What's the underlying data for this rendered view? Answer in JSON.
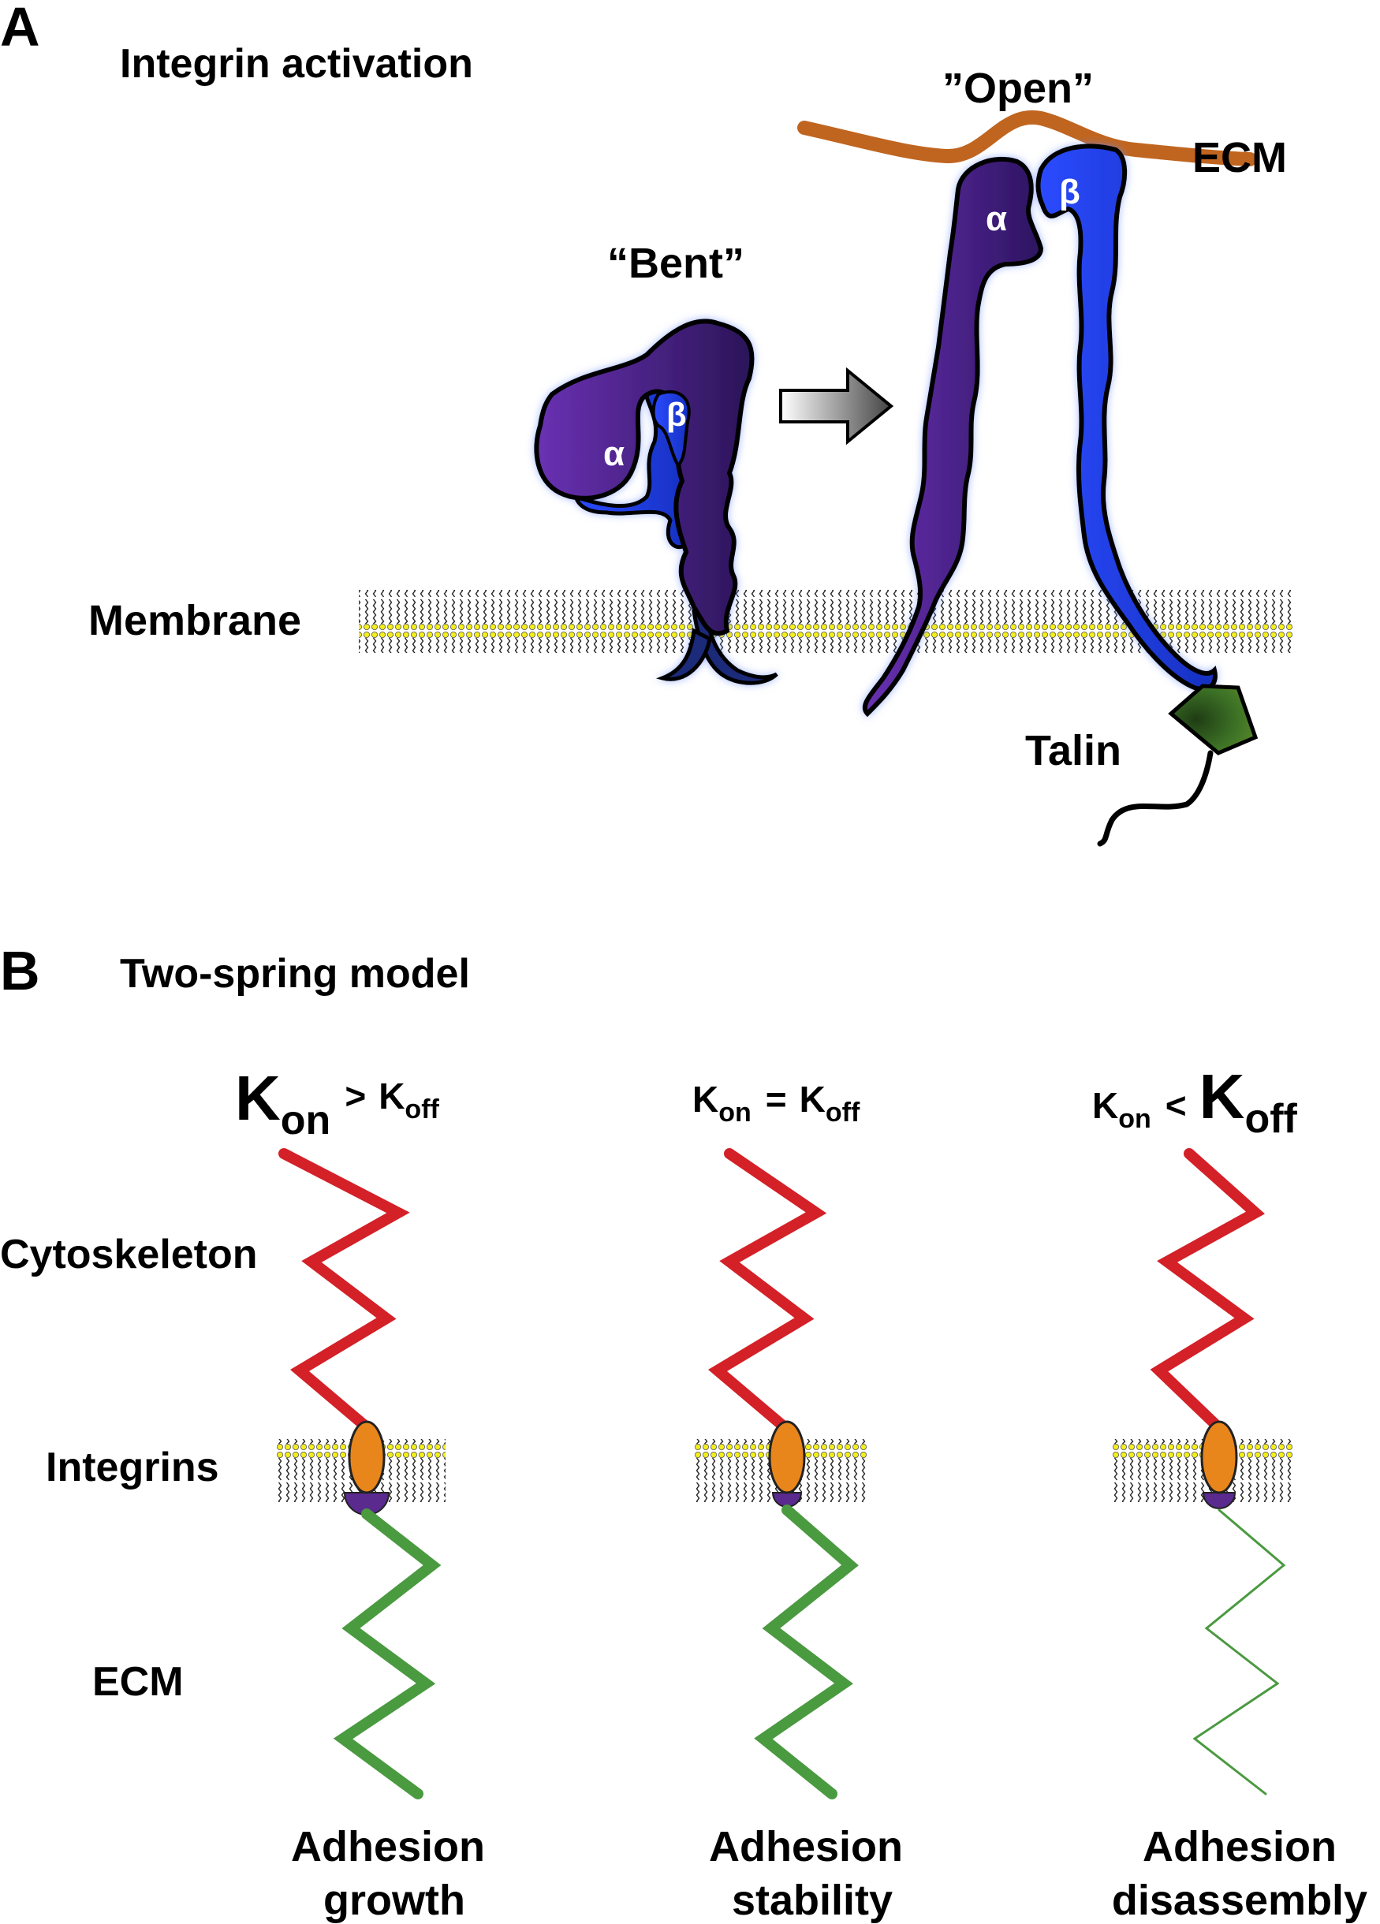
{
  "panel_a": {
    "letter": "A",
    "title": "Integrin activation",
    "bent_label": "“Bent”",
    "open_label": "”Open”",
    "ecm_label": "ECM",
    "membrane_label": "Membrane",
    "talin_label": "Talin",
    "alpha": "α",
    "beta": "β"
  },
  "panel_b": {
    "letter": "B",
    "title": "Two-spring model",
    "row_labels": {
      "cytoskeleton": "Cytoskeleton",
      "integrins": "Integrins",
      "ecm": "ECM"
    },
    "k": "K",
    "on": "on",
    "off": "off",
    "columns": [
      {
        "relation": ">",
        "outcome_line1": "Adhesion",
        "outcome_line2": "growth"
      },
      {
        "relation": "=",
        "outcome_line1": "Adhesion",
        "outcome_line2": "stability"
      },
      {
        "relation": "<",
        "outcome_line1": "Adhesion",
        "outcome_line2": "disassembly"
      }
    ]
  },
  "colors": {
    "alpha_subunit": "#4b1f8f",
    "beta_subunit": "#2244ee",
    "ecm_fiber": "#c0651f",
    "talin": "#2f5a1e",
    "cytoskeleton_spring": "#d42027",
    "ecm_spring": "#4a9a40",
    "integrin_body": "#e8861c",
    "integrin_base": "#5a2a8f",
    "lipid_head": "#f4ee1a"
  }
}
